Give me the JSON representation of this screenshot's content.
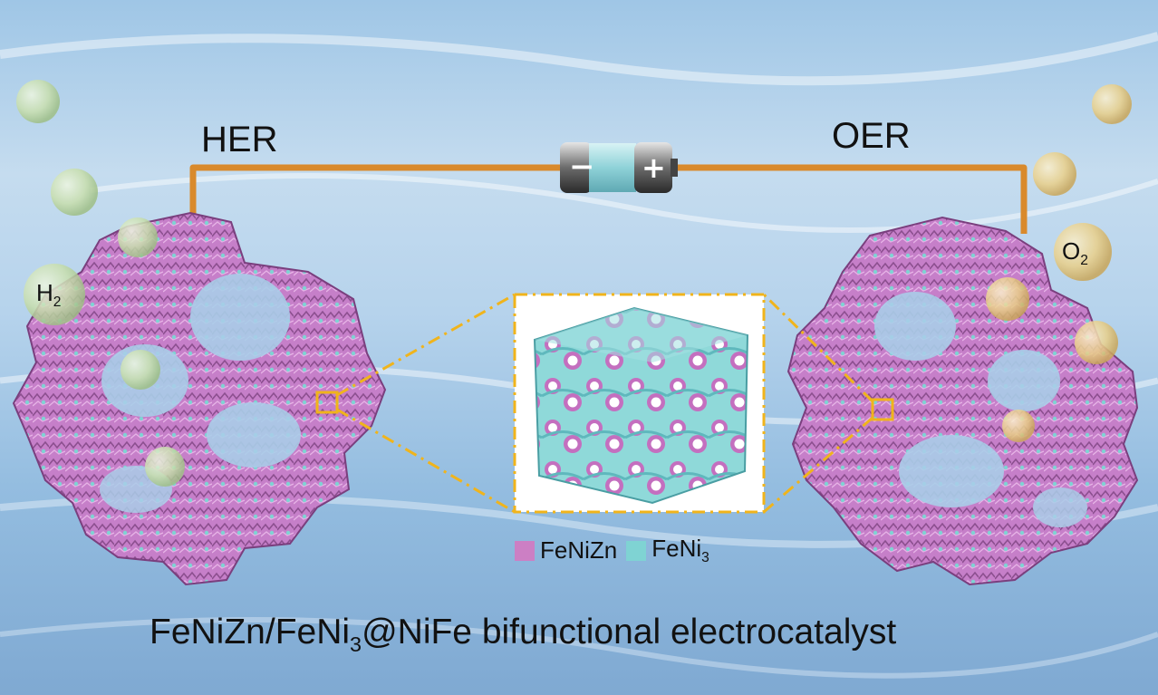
{
  "labels": {
    "her": "HER",
    "oer": "OER",
    "h2_base": "H",
    "h2_sub": "2",
    "o2_base": "O",
    "o2_sub": "2"
  },
  "legend": {
    "item1": "FeNiZn",
    "item2_base": "FeNi",
    "item2_sub": "3"
  },
  "title": {
    "part1": "FeNiZn/FeNi",
    "sub": "3",
    "part2": "@NiFe bifunctional electrocatalyst"
  },
  "battery": {
    "minus": "−",
    "plus": "+"
  },
  "colors": {
    "framework": "#c67fc9",
    "framework_dark": "#8c4f8f",
    "feni3": "#7fd3d3",
    "wire": "#d98a2c",
    "highlight": "#f0b41c",
    "h2_bubble": "#cfe3b6",
    "o2_bubble": "#f0d99a"
  }
}
